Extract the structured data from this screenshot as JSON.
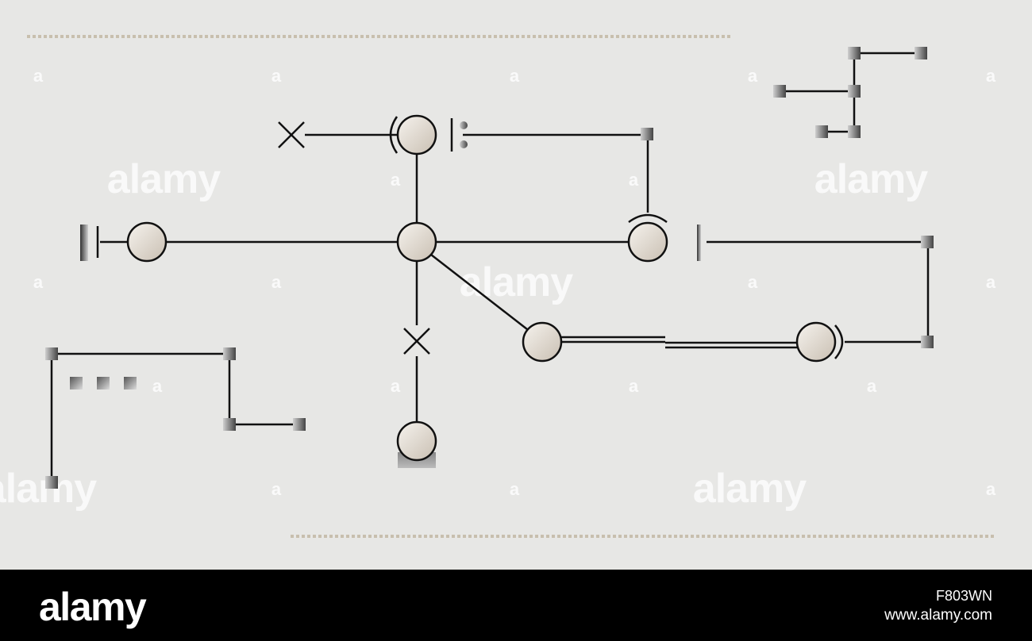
{
  "watermark": {
    "big_text": "alamy",
    "small_text": "a"
  },
  "footer": {
    "logo": "alamy",
    "image_id": "F803WN",
    "site": "www.alamy.com"
  },
  "colors": {
    "background": "#e7e7e5",
    "line": "#111111",
    "node_fill_light": "#f4f0ea",
    "node_fill_dark": "#cfc6bb",
    "dotted_rule": "#c8bfae",
    "footer_bg": "#000000"
  },
  "diagram": {
    "nodes": [
      "node-top",
      "node-left",
      "node-center",
      "node-right",
      "node-mid",
      "node-far-right",
      "node-bottom"
    ],
    "terminals": [
      "cross-terminal-top",
      "cross-terminal-vertical"
    ],
    "connectors": [
      "square-connector-top-right",
      "square-connector-right-upper",
      "square-connector-right-lower"
    ]
  }
}
